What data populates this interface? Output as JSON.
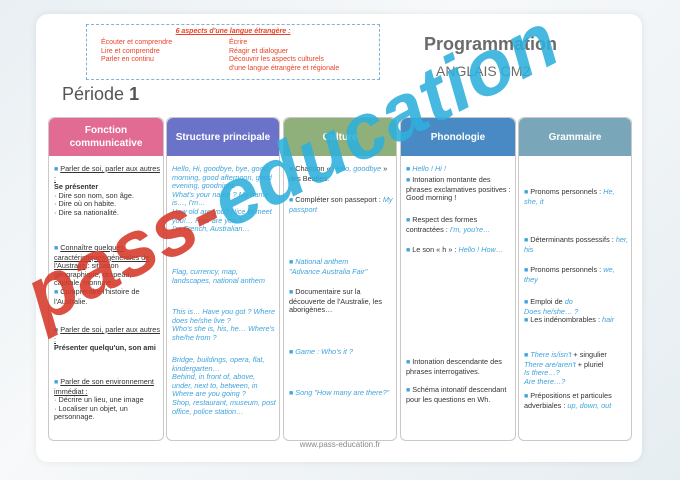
{
  "aspects": {
    "title": "6 aspects d'une langue étrangère :",
    "col1": [
      "Écouter et comprendre",
      "Lire et comprendre",
      "Parler en continu"
    ],
    "col2": [
      "Écrire",
      "Réagir et dialoguer",
      "Découvrir les aspects culturels",
      "d'une langue étrangère et régionale"
    ]
  },
  "title": "Programmation",
  "subtitle": "ANGLAIS CM2",
  "periode_label": "Période",
  "periode_num": "1",
  "columns": [
    {
      "title": "Fonction communicative",
      "color": "#e26b94"
    },
    {
      "title": "Structure principale",
      "color": "#6b73c9"
    },
    {
      "title": "Culture",
      "color": "#8fb07a"
    },
    {
      "title": "Phonologie",
      "color": "#4a8ac4"
    },
    {
      "title": "Grammaire",
      "color": "#79a6b8"
    }
  ],
  "fonction": {
    "a1": "Parler de soi, parler aux autres :",
    "a2": "Se présenter",
    "a3": "· Dire son nom, son âge.",
    "a4": "· Dire où on habite.",
    "a5": "· Dire sa nationalité.",
    "b1": "Connaître quelques caractéristiques générales de l'Australie",
    "b2": ": situation géographique, drapeau, capitale, monnaie…",
    "b3": "Comprendre l'histoire de l'Australie.",
    "c1": "Parler de soi, parler aux autres :",
    "c2": "Présenter quelqu'un, son ami",
    "d1": "Parler de son environnement immédiat :",
    "d2": "· Décrire un lieu, une image",
    "d3": "· Localiser un objet, un personnage."
  },
  "structure": {
    "s1": "Hello, Hi, goodbye, bye, good morning, good afternoon, good evening, goodnight.",
    "s2": "What's your name ? My name is…, I'm…",
    "s3": "How old are you? Nice to meet you!… How are you ?",
    "s4": "I'm French, Australian…",
    "s5": "Flag, currency, map, landscapes, national anthem",
    "s6": "This is… Have you got ? Where does he/she live ?",
    "s7": "Who's she is, his, he… Where's she/he from ?",
    "s8": "Bridge, buildings, opera, flat, kindergarten…",
    "s9": "Behind, in front of, above, under, next to, between, in",
    "s10": "Where are you going ?",
    "s11": "Shop, restaurant, museum, post office, police station…"
  },
  "culture": {
    "c1a": "Chanson « ",
    "c1b": "Hello, goodbye",
    "c1c": " » des Beatles.",
    "c2a": "Compléter son passeport : ",
    "c2b": "My passport",
    "c3a": "National anthem",
    "c3b": "\"Advance Australia Fair\"",
    "c4": "Documentaire sur la découverte de l'Australie, les aborigènes…",
    "c5": "Game : Who's it ?",
    "c6": "Song \"How many are there?\""
  },
  "phonologie": {
    "p1": "Hello ! Hi !",
    "p2": "Intonation montante des phrases exclamatives positives : Good morning !",
    "p3a": "Respect des formes contractées : ",
    "p3b": "I'm, you're…",
    "p4a": "Le son « h » : ",
    "p4b": "Hello ! How…",
    "p5": "Intonation descendante des phrases interrogatives.",
    "p6": "Schéma intonatif descendant pour les questions en Wh."
  },
  "grammaire": {
    "g1a": "Pronoms personnels : ",
    "g1b": "He, she, it",
    "g2a": "Déterminants possessifs : ",
    "g2b": "her, his",
    "g3a": "Pronoms personnels : ",
    "g3b": "we, they",
    "g4a": "Emploi de ",
    "g4b": "do",
    "g4c": "Does he/she… ?",
    "g5a": "Les indénombrables : ",
    "g5b": "hair",
    "g6a": "There is/isn't",
    "g6b": " + singulier",
    "g6c": "There are/aren't",
    "g6d": " + pluriel",
    "g6e": "Is there…?",
    "g6f": "Are there…?",
    "g7a": "Prépositions et particules adverbiales : ",
    "g7b": "up, down, out"
  },
  "footer": "www.pass-education.fr",
  "watermark": {
    "a": "pass-",
    "b": "education"
  }
}
